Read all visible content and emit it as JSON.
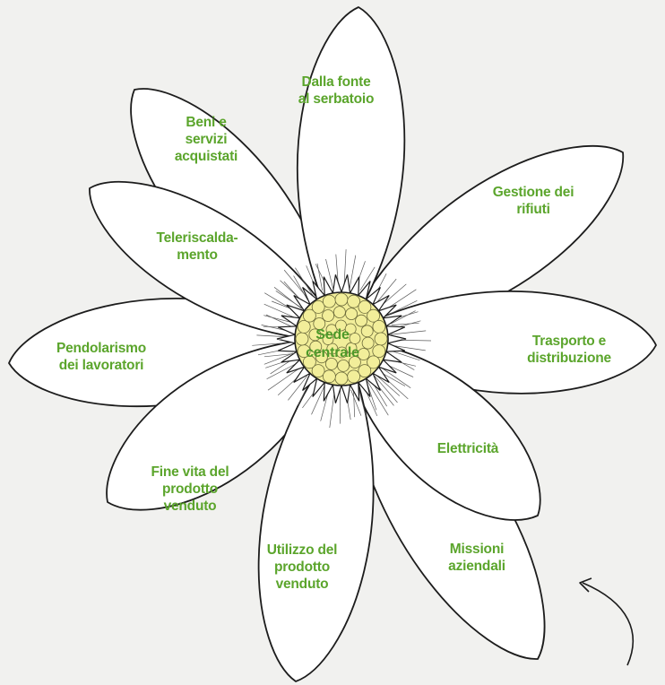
{
  "center": {
    "label": "Sede\ncentrale"
  },
  "petals": [
    {
      "id": "fonte",
      "label": "Dalla fonte\nal serbatoio"
    },
    {
      "id": "gestione",
      "label": "Gestione dei\nrifiuti"
    },
    {
      "id": "trasporto",
      "label": "Trasporto e\ndistribuzione"
    },
    {
      "id": "elettricita",
      "label": "Elettricità"
    },
    {
      "id": "missioni",
      "label": "Missioni\naziendali"
    },
    {
      "id": "utilizzo",
      "label": "Utilizzo del\nprodotto\nvenduto"
    },
    {
      "id": "finevita",
      "label": "Fine vita del\nprodotto\nvenduto"
    },
    {
      "id": "pendolarismo",
      "label": "Pendolarismo\ndei lavoratori"
    },
    {
      "id": "teleriscaldamento",
      "label": "Teleriscalda-\nmento"
    },
    {
      "id": "beni",
      "label": "Beni e\nservizi\nacquistati"
    }
  ],
  "colors": {
    "label_text": "#5ba52c",
    "petal_fill": "#ffffff",
    "outline": "#1c1c1c",
    "center_fill": "#f2ee9a",
    "background": "#f1f1ef"
  },
  "decorations": {
    "arrow_icon": "curved-arrow-icon"
  }
}
